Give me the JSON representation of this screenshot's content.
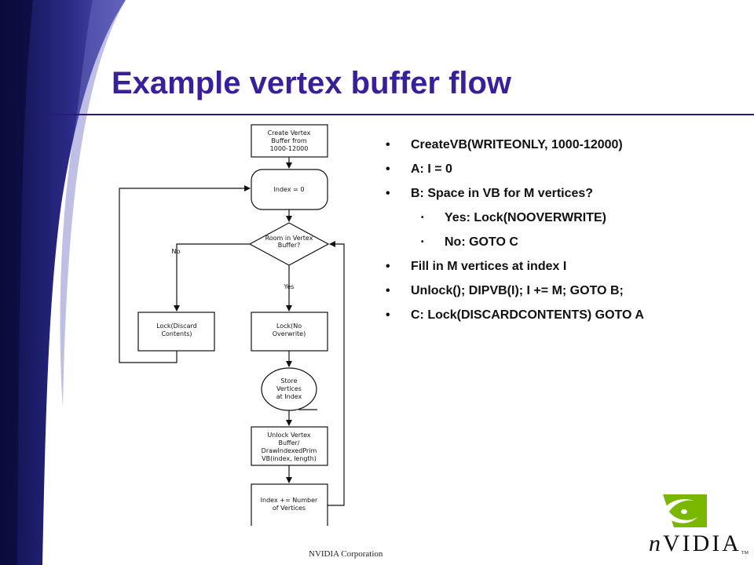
{
  "slide": {
    "title": "Example vertex buffer flow",
    "footer": "NVIDIA Corporation",
    "logo": {
      "icon": "nvidia-eye-icon",
      "n": "n",
      "rest": "VIDIA",
      "tm": "TM"
    },
    "colors": {
      "title": "#3a1f9a",
      "band": "#1a1a6e",
      "band_light": "#4a4aa8",
      "logo_green": "#7ab800"
    }
  },
  "flowchart": {
    "create": [
      "Create Vertex",
      "Buffer from",
      "1000-12000"
    ],
    "index_zero": "Index = 0",
    "decision": [
      "Room in Vertex",
      "Buffer?"
    ],
    "no_label": "No",
    "yes_label": "Yes",
    "lock_discard": [
      "Lock(Discard",
      "Contents)"
    ],
    "lock_no_overwrite": [
      "Lock(No",
      "Overwrite)"
    ],
    "store": [
      "Store",
      "Vertices",
      "at Index"
    ],
    "unlock": [
      "Unlock Vertex",
      "Buffer/",
      "DrawIndexedPrim",
      "VB(index, length)"
    ],
    "increment": [
      "Index += Number",
      "of Vertices"
    ]
  },
  "bullets": [
    {
      "text": "CreateVB(WRITEONLY, 1000-12000)",
      "level": 1
    },
    {
      "text": "A:  I = 0",
      "level": 1
    },
    {
      "text": "B: Space in VB for M vertices?",
      "level": 1
    },
    {
      "text": "Yes: Lock(NOOVERWRITE)",
      "level": 2
    },
    {
      "text": "No:  GOTO C",
      "level": 2
    },
    {
      "text": "Fill in M vertices at index I",
      "level": 1
    },
    {
      "text": "Unlock(); DIPVB(I); I += M; GOTO B;",
      "level": 1
    },
    {
      "text": "C: Lock(DISCARDCONTENTS) GOTO A",
      "level": 1
    }
  ]
}
